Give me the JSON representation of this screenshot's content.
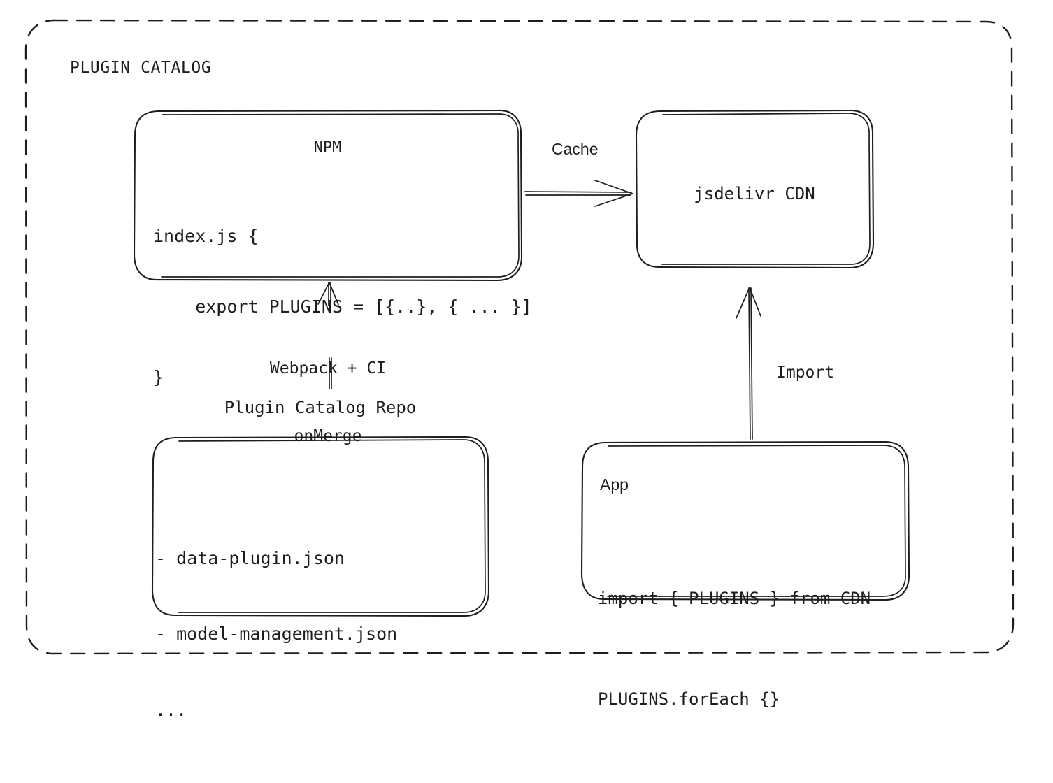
{
  "diagram": {
    "type": "architecture-flow",
    "title": "PLUGIN CATALOG",
    "background": "#ffffff",
    "stroke_color": "#1e1e1e",
    "container": {
      "label": "PLUGIN CATALOG",
      "border_style": "dashed",
      "border_color": "#1e1e1e"
    },
    "nodes": {
      "npm": {
        "title": "NPM",
        "code_lines": [
          "index.js {",
          "    export PLUGINS = [{..}, { ... }]",
          "}"
        ]
      },
      "cdn": {
        "label": "jsdelivr CDN"
      },
      "repo": {
        "title": "Plugin Catalog Repo",
        "file_lines": [
          "- data-plugin.json",
          "- model-management.json",
          "..."
        ]
      },
      "app": {
        "title": "App",
        "code_lines": [
          "import { PLUGINS } from CDN",
          "PLUGINS.forEach {}"
        ]
      }
    },
    "edges": [
      {
        "id": "npm-to-cdn",
        "label": "Cache",
        "from": "npm",
        "to": "cdn",
        "direction": "right"
      },
      {
        "id": "repo-to-npm",
        "label_lines": [
          "Webpack + CI",
          "onMerge"
        ],
        "from": "repo",
        "to": "npm",
        "direction": "up"
      },
      {
        "id": "app-to-cdn",
        "label": "Import",
        "from": "app",
        "to": "cdn",
        "direction": "up"
      }
    ]
  }
}
